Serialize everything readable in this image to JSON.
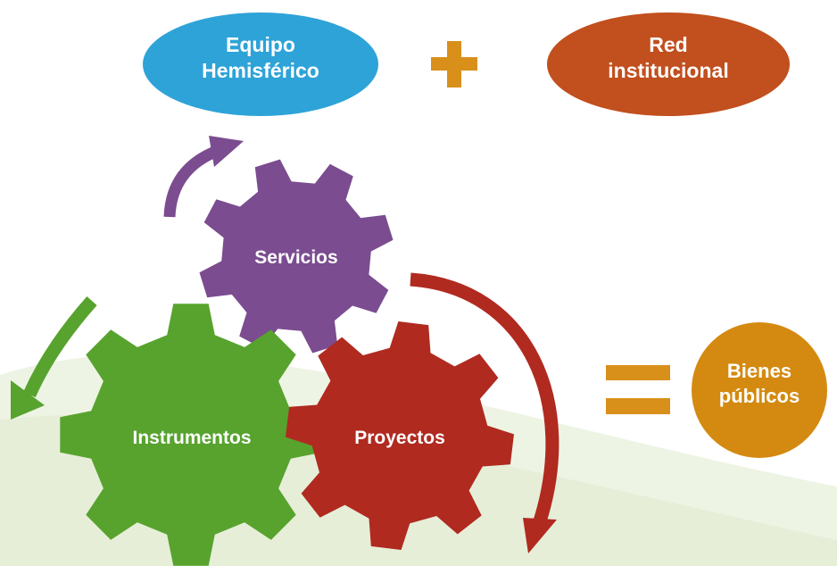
{
  "nodes": {
    "equipo": {
      "lines": [
        "Equipo",
        "Hemisférico"
      ],
      "color": "#2ea3d8"
    },
    "red": {
      "lines": [
        "Red",
        "institucional"
      ],
      "color": "#c24f1e"
    },
    "bienes": {
      "lines": [
        "Bienes",
        "públicos"
      ],
      "color": "#d48a10"
    }
  },
  "gears": {
    "servicios": {
      "label": "Servicios",
      "color": "#7b4c90"
    },
    "instrumentos": {
      "label": "Instrumentos",
      "color": "#57a32e"
    },
    "proyectos": {
      "label": "Proyectos",
      "color": "#b02a20"
    }
  },
  "operators": {
    "plus": {
      "symbol": "plus",
      "color": "#d8901a"
    },
    "equals": {
      "symbol": "equals",
      "color": "#d8901a"
    }
  },
  "arrows": {
    "servicios_to_equipo": {
      "color": "#7b4c90"
    },
    "to_instrumentos": {
      "color": "#57a32e"
    },
    "to_proyectos": {
      "color": "#b02a20"
    }
  },
  "background": {
    "wave_light": "#eef4e4",
    "wave_dark": "#dbe7c8"
  }
}
